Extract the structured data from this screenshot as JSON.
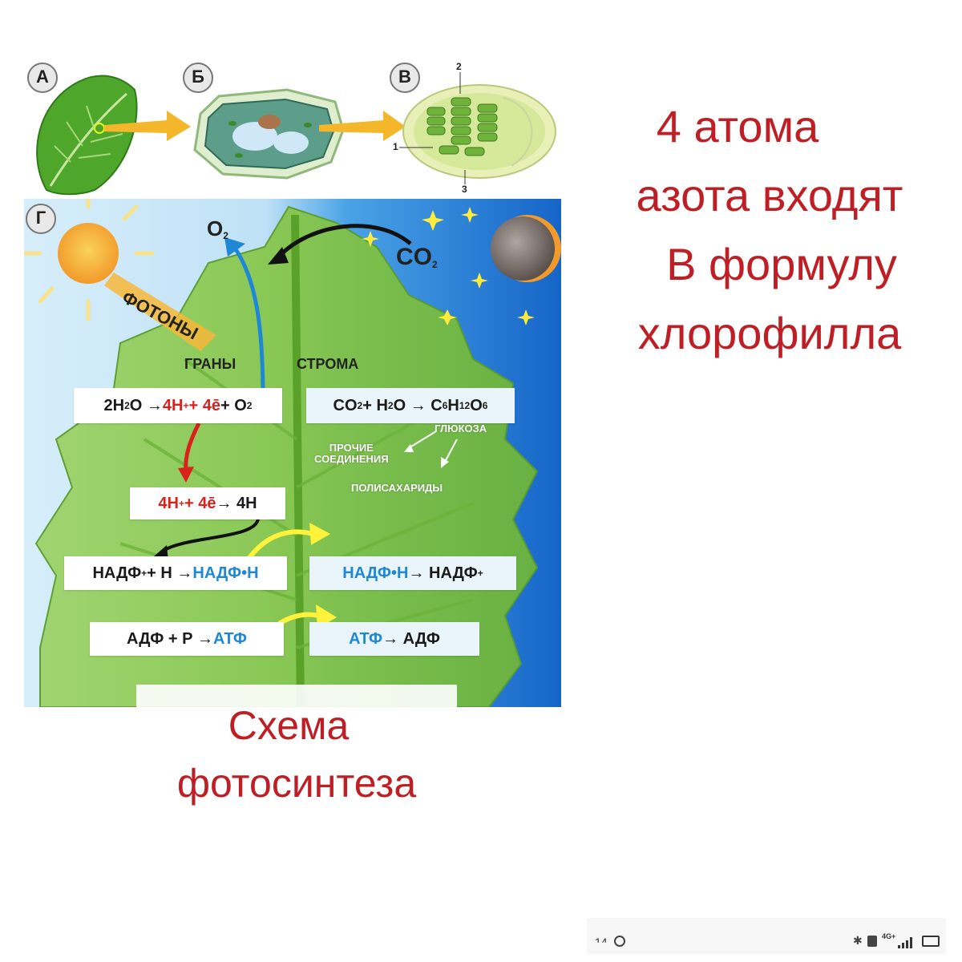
{
  "panels": {
    "a": "А",
    "b": "Б",
    "v": "В",
    "g": "Г"
  },
  "chloroplast_labels": {
    "n1": "1",
    "n2": "2",
    "n3": "3"
  },
  "diagram": {
    "o2": "O",
    "o2_sub": "2",
    "co2": "CO",
    "co2_sub": "2",
    "photons": "ФОТОНЫ",
    "grana": "ГРАНЫ",
    "stroma": "СТРОМА",
    "glucose": "ГЛЮКОЗА",
    "other_compounds_1": "ПРОЧИЕ",
    "other_compounds_2": "СОЕДИНЕНИЯ",
    "polysaccharides": "ПОЛИСАХАРИДЫ",
    "eq1": {
      "a": "2H",
      "a_sub": "2",
      "b": "O → ",
      "c": "4H",
      "c_sup": "+",
      "d": "+ 4ē",
      "e": " + O",
      "e_sub": "2"
    },
    "eq2": {
      "a": "CO",
      "a_sub": "2",
      "b": "+ H",
      "b_sub": "2",
      "c": "O → C",
      "c_sub": "6",
      "d": "H",
      "d_sub": "12",
      "e": "O",
      "e_sub": "6"
    },
    "eq3": {
      "a": "4H",
      "a_sup": "+",
      "b": "+ 4ē",
      "c": " → 4H"
    },
    "eq4": {
      "a": "НАДФ",
      "a_sup": "+",
      "b": "+ H → ",
      "c": "НАДФ•Н"
    },
    "eq5": {
      "a": "НАДФ•Н",
      "b": " → НАДФ",
      "b_sup": "+"
    },
    "eq6": {
      "a": "АДФ + Р → ",
      "b": "АТФ"
    },
    "eq7": {
      "a": "АТФ",
      "b": " → АДФ"
    }
  },
  "overlay": {
    "right_line1": "4 атома",
    "right_line2": "азота входят",
    "right_line3": "В формулу",
    "right_line4": "хлорофилла",
    "caption_line1": "Схема",
    "caption_line2": "фотосинтеза"
  },
  "status_bar": {
    "left_text": "14",
    "network": "4G+"
  },
  "colors": {
    "overlay_text": "#bf1f24",
    "leaf_green": "#7cc243",
    "sky_left": "#cfe9f7",
    "sky_right": "#1976d2"
  }
}
